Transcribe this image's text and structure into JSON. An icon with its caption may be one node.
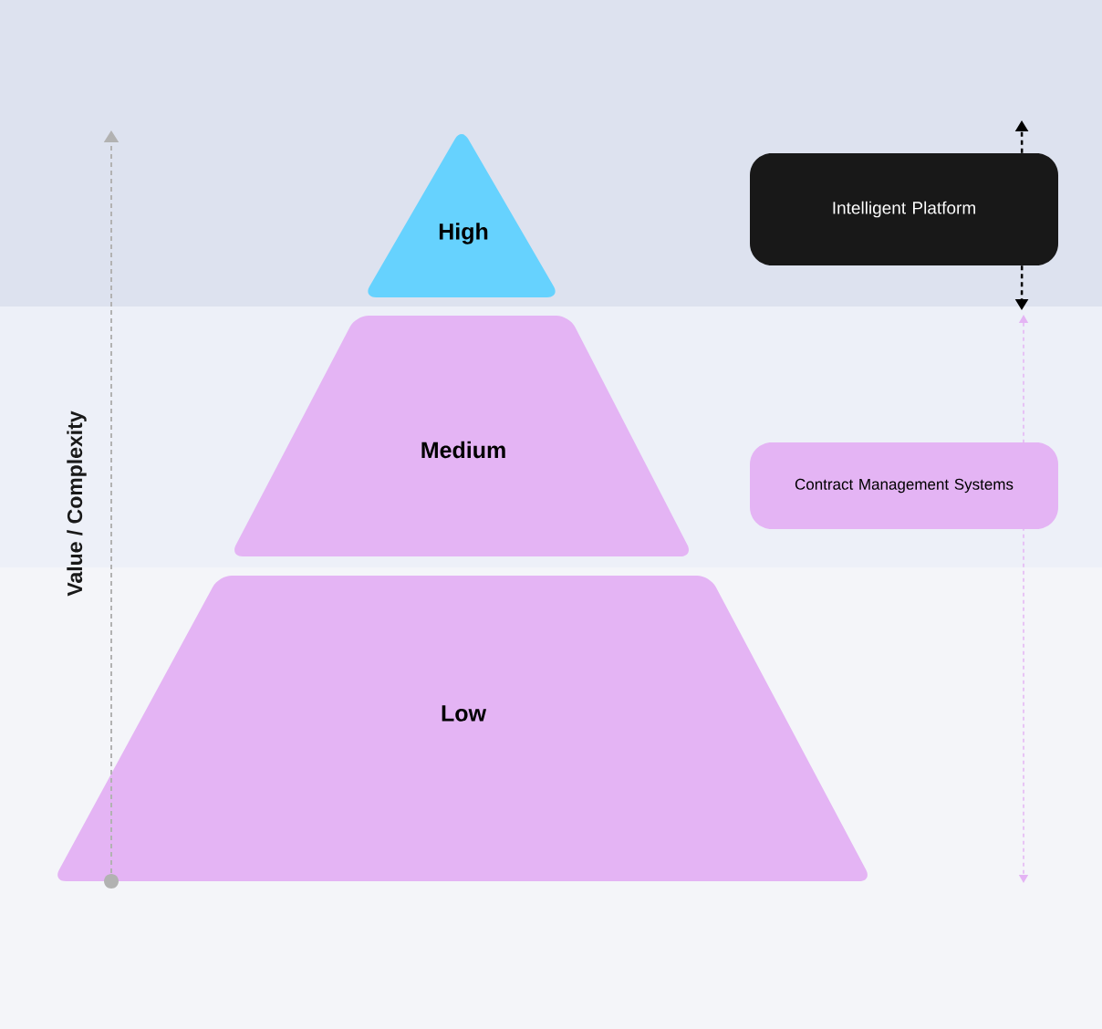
{
  "diagram": {
    "nodes": [
      {
        "text": [
          "High"
        ]
      },
      {
        "text": [
          "Medium"
        ]
      },
      {
        "text": [
          "Low"
        ]
      },
      {
        "text": [
          "Intelligent Platform"
        ]
      },
      {
        "text": [
          "Contract Management Systems"
        ]
      }
    ],
    "edges": [
      {
        "from": 3,
        "to": null,
        "arrow": "to",
        "style": "dashed"
      },
      {
        "from": 3,
        "to": null,
        "arrow": "to",
        "style": "dashed"
      }
    ],
    "labels": [
      "Value / Complexity"
    ]
  }
}
